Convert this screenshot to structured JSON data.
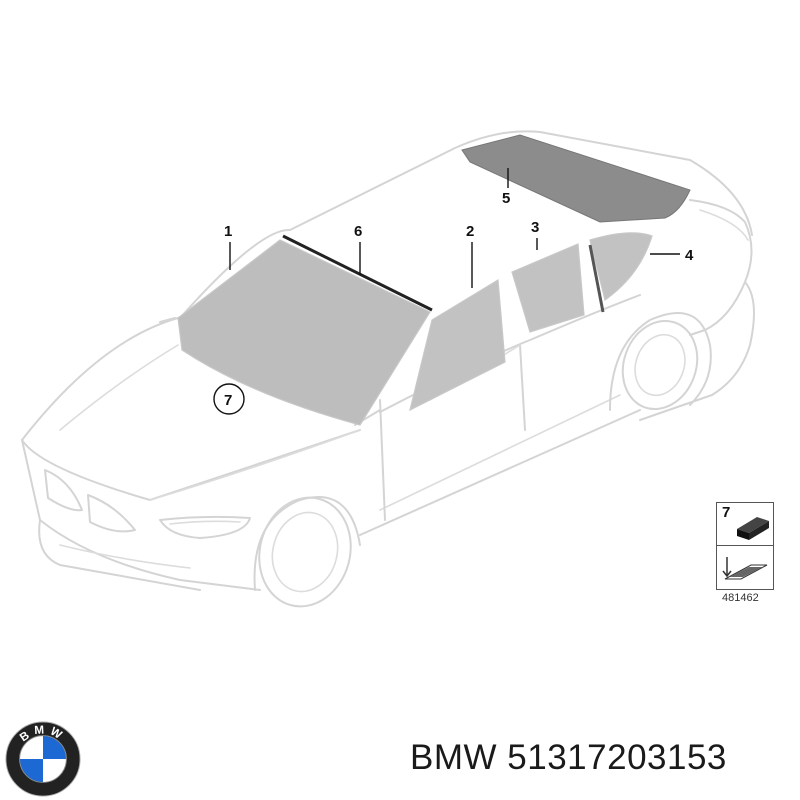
{
  "callouts": {
    "c1": "1",
    "c2": "2",
    "c3": "3",
    "c4": "4",
    "c5": "5",
    "c6": "6",
    "c7": "7"
  },
  "kit": {
    "number": "7",
    "reference": "481462"
  },
  "caption": {
    "brand": "BMW",
    "part_number": "51317203153"
  },
  "logo": {
    "text": "BMW",
    "blue": "#1c69d4",
    "ring": "#222222"
  },
  "colors": {
    "glass": "#bdbdbd",
    "rear_glass": "#8c8c8c",
    "outline": "#d4d4d4"
  }
}
